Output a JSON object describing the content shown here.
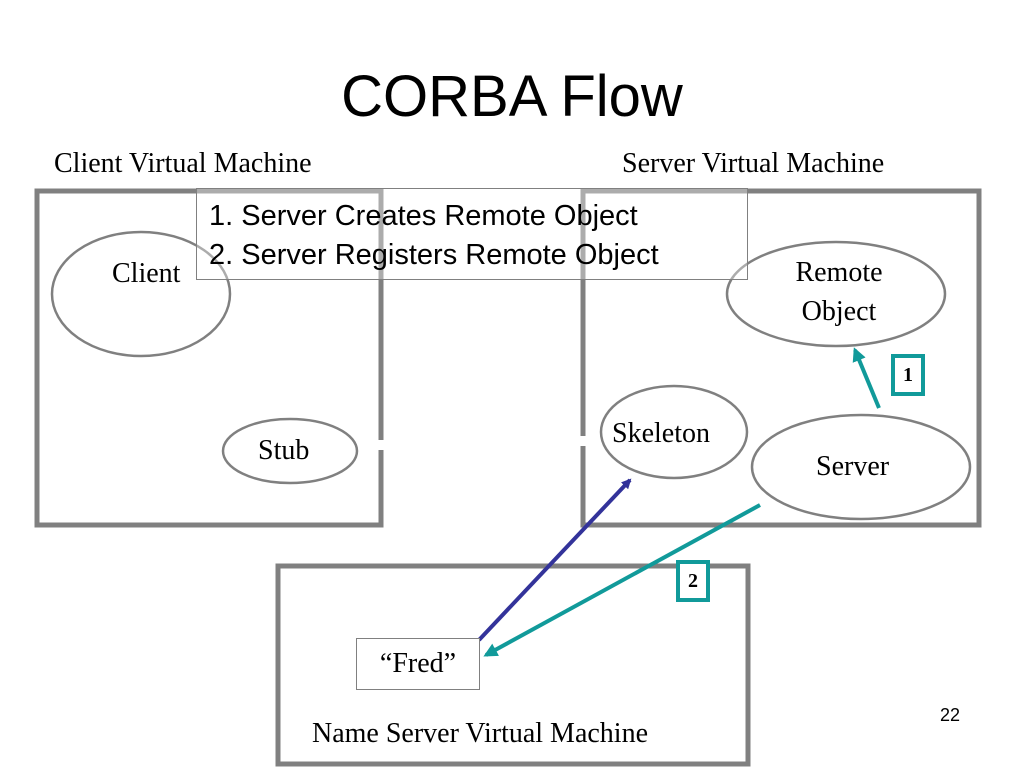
{
  "title": "CORBA Flow",
  "vm_labels": {
    "client": "Client Virtual Machine",
    "server": "Server Virtual Machine",
    "name_server": "Name Server Virtual Machine"
  },
  "nodes": {
    "client": "Client",
    "stub": "Stub",
    "remote_object_line1": "Remote",
    "remote_object_line2": "Object",
    "skeleton": "Skeleton",
    "server": "Server",
    "fred": "“Fred”"
  },
  "steps": [
    "1. Server Creates Remote Object",
    "2. Server Registers Remote Object"
  ],
  "badges": [
    "1",
    "2"
  ],
  "page_number": "22",
  "colors": {
    "vm_border": "#808080",
    "teal_arrow": "#119a9a",
    "navy_arrow": "#33339a"
  }
}
